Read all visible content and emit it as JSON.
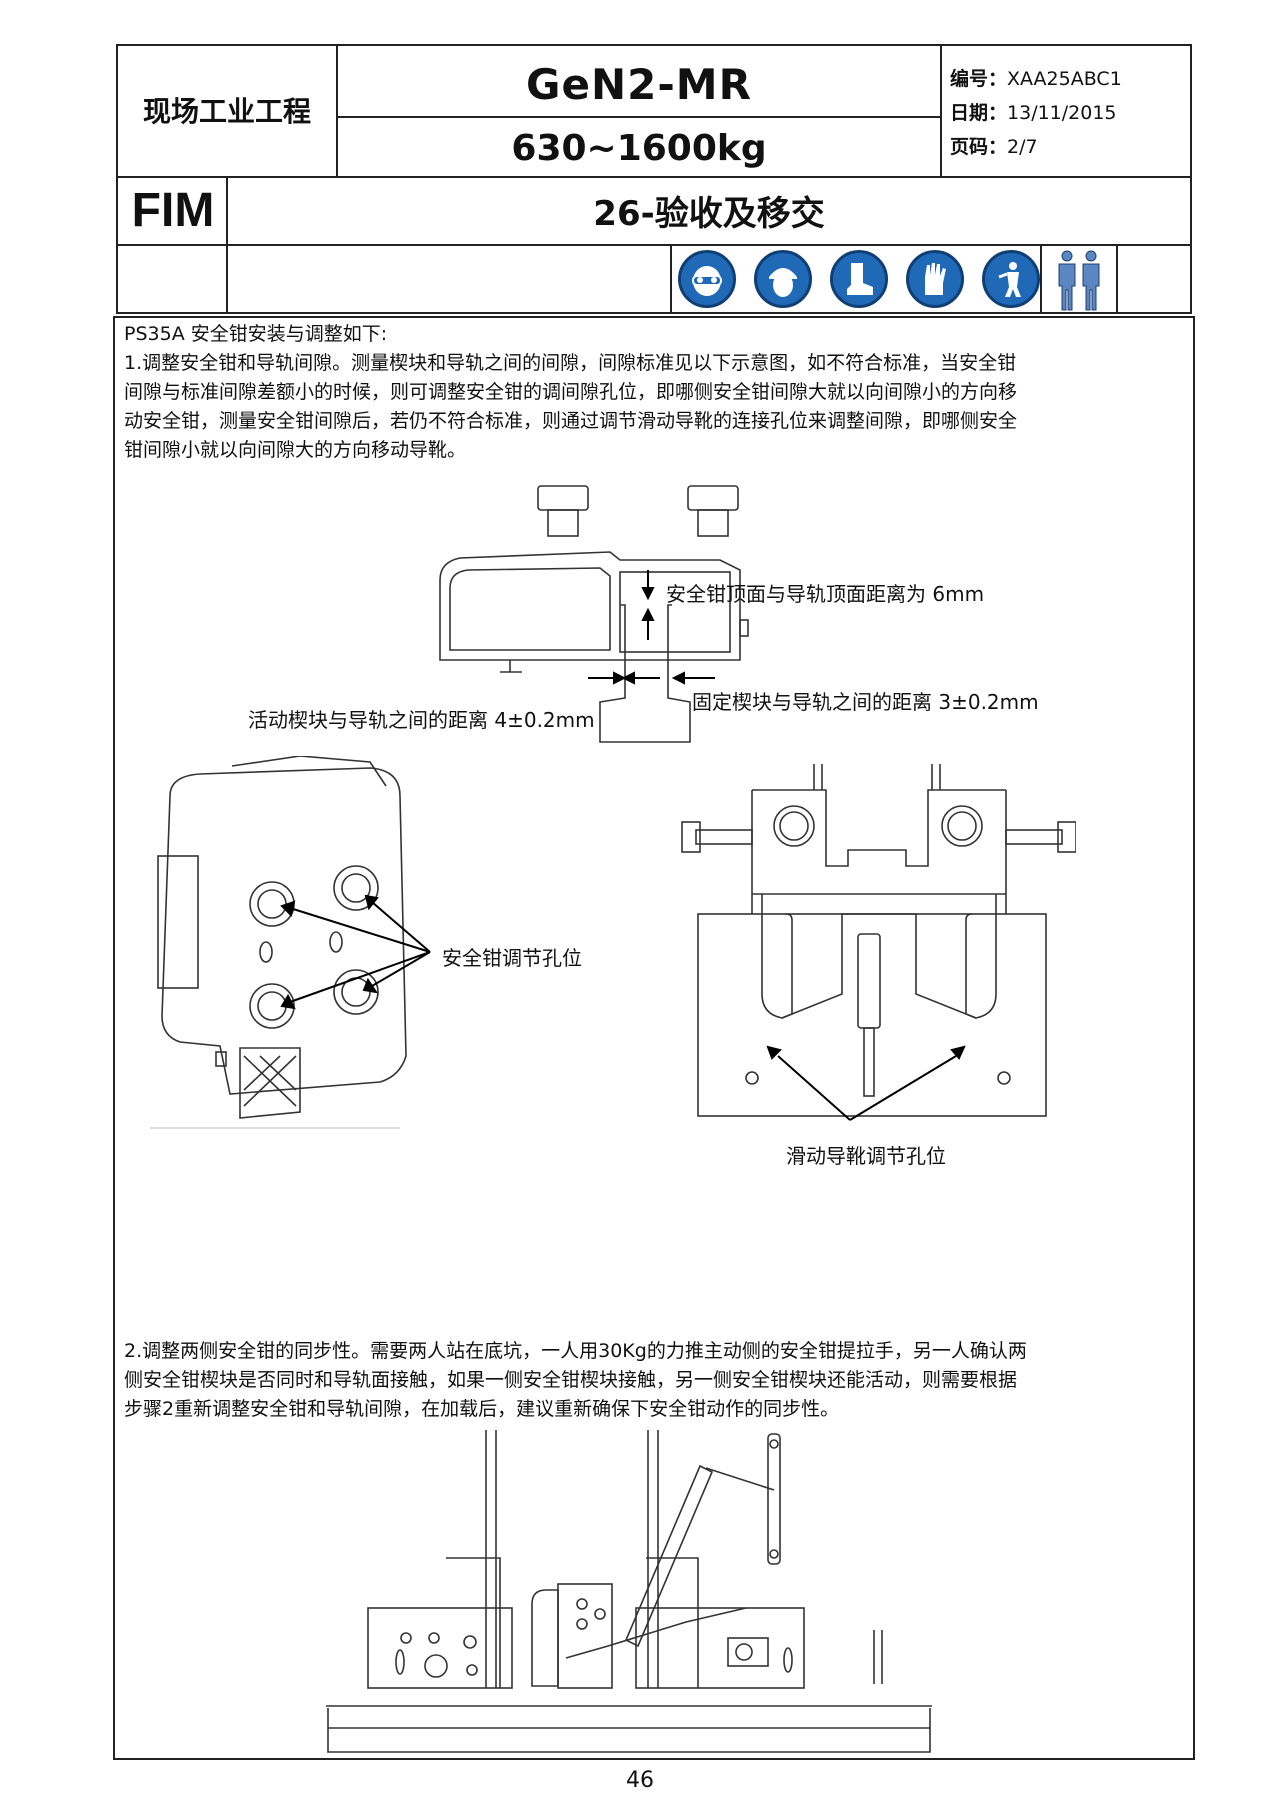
{
  "header": {
    "department": "现场工业工程",
    "model": "GeN2-MR",
    "load_range": "630~1600kg",
    "doc_number_label": "编号：",
    "doc_number": "XAA25ABC1",
    "date_label": "日期：",
    "date": "13/11/2015",
    "page_label": "页码：",
    "page": "2/7",
    "fim": "FIM",
    "section_title": "26-验收及移交"
  },
  "ppe_icons": [
    "safety-goggles-icon",
    "hard-hat-icon",
    "safety-boots-icon",
    "safety-gloves-icon",
    "safety-harness-icon",
    "two-person-icon"
  ],
  "content": {
    "intro": "PS35A 安全钳安装与调整如下:",
    "step1_lines": [
      "1.调整安全钳和导轨间隙。测量楔块和导轨之间的间隙，间隙标准见以下示意图，如不符合标准，当安全钳",
      "间隙与标准间隙差额小的时候，则可调整安全钳的调间隙孔位，即哪侧安全钳间隙大就以向间隙小的方向移",
      "动安全钳，测量安全钳间隙后，若仍不符合标准，则通过调节滑动导靴的连接孔位来调整间隙，即哪侧安全",
      "钳间隙小就以向间隙大的方向移动导靴。"
    ],
    "fig1_label_top": "安全钳顶面与导轨顶面距离为 6mm",
    "fig1_label_right": "固定楔块与导轨之间的距离 3±0.2mm",
    "fig1_label_left": "活动楔块与导轨之间的距离 4±0.2mm",
    "fig2_label": "安全钳调节孔位",
    "fig3_label": "滑动导靴调节孔位",
    "step2_lines": [
      "2.调整两侧安全钳的同步性。需要两人站在底坑，一人用30Kg的力推主动侧的安全钳提拉手，另一人确认两",
      "侧安全钳楔块是否同时和导轨面接触，如果一侧安全钳楔块接触，另一侧安全钳楔块还能活动，则需要根据",
      "步骤2重新调整安全钳和导轨间隙，在加载后，建议重新确保下安全钳动作的同步性。"
    ]
  },
  "page_number": "46"
}
